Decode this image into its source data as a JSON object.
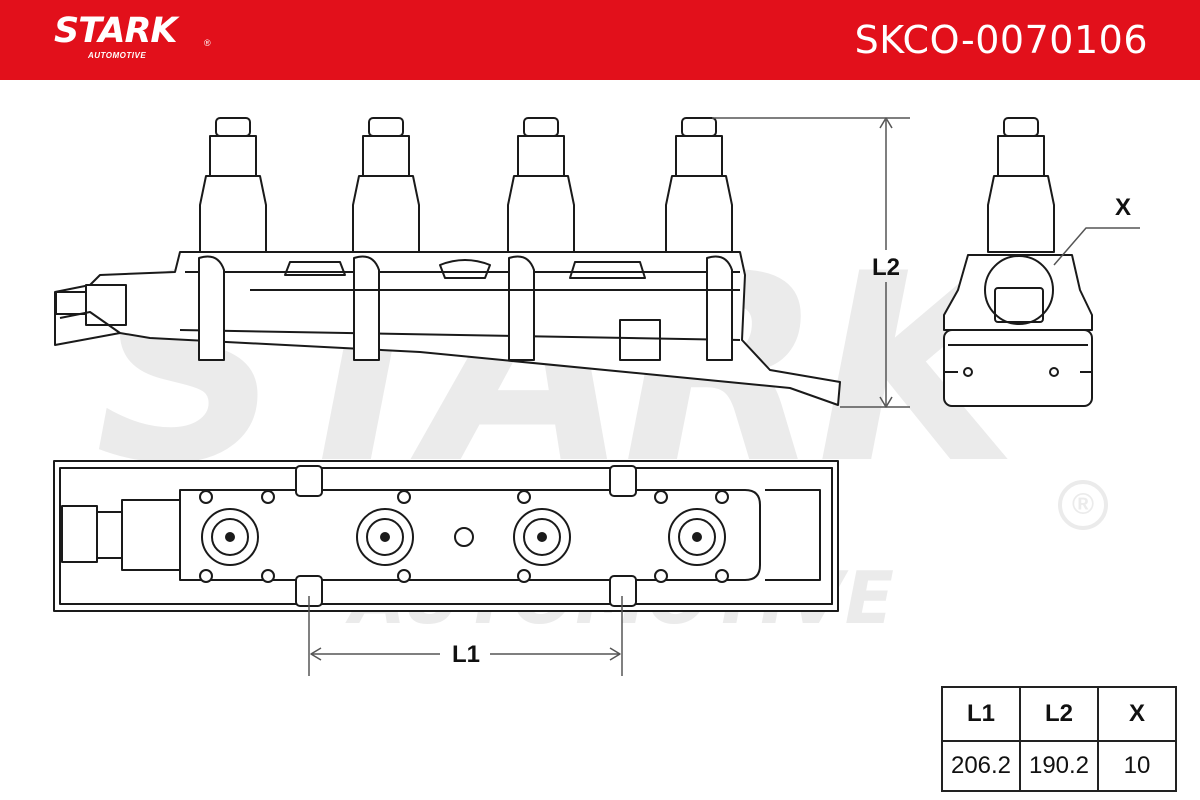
{
  "header": {
    "brand": "STARK",
    "brand_sub": "AUTOMOTIVE",
    "brand_reg": "®",
    "part_number": "SKCO-0070106",
    "background_color": "#e2101b"
  },
  "watermark": {
    "text": "STARK",
    "sub_text": "AUTOMOTIVE",
    "reg": "®"
  },
  "dimension_labels": {
    "l1": "L1",
    "l2": "L2",
    "x": "X"
  },
  "spec_table": {
    "headers": [
      "L1",
      "L2",
      "X"
    ],
    "values": [
      "206.2",
      "190.2",
      "10"
    ]
  }
}
